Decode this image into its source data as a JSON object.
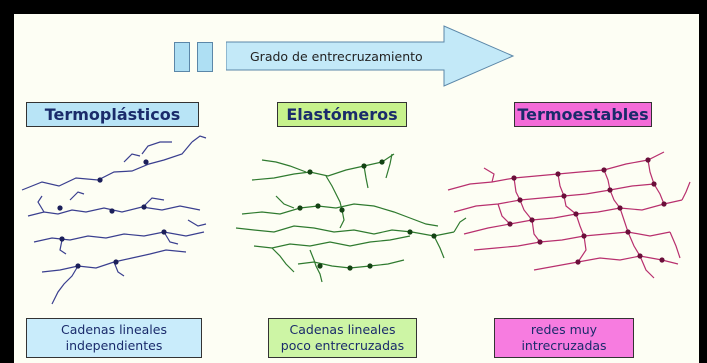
{
  "arrow": {
    "label": "Grado de entrecruzamiento"
  },
  "sections": [
    {
      "heading": "Termoplásticos",
      "caption": [
        "Cadenas lineales",
        "independientes"
      ],
      "color": "#3a3f8f"
    },
    {
      "heading": "Elastómeros",
      "caption": [
        "Cadenas lineales",
        "poco entrecruzadas"
      ],
      "color": "#2f7a2f"
    },
    {
      "heading": "Termoestables",
      "caption": [
        "redes muy",
        "intrecruzadas"
      ],
      "color": "#b8306e"
    }
  ],
  "colors": {
    "background": "#fdfef4",
    "frame": "#000000"
  }
}
